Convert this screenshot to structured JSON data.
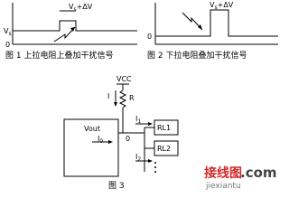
{
  "fig1": {
    "label_vs": "V",
    "label_vs_sub": "s",
    "label_zero": "0",
    "label_top": "V",
    "label_top_sub": "s",
    "label_top_suffix": "+ΔV",
    "caption": "图 1 上拉电阻上叠加干扰信号"
  },
  "fig2": {
    "label_zero": "0",
    "label_top": "V",
    "label_top_sub": "s",
    "label_top_suffix": "+ΔV",
    "caption": "图 2 下拉电阻叠加干扰信号"
  },
  "fig3": {
    "vcc": "VCC",
    "current_i": "I",
    "resistor": "R",
    "vout": "Vout",
    "i0": "I",
    "i0_sub": "0",
    "node": "0",
    "i1": "I",
    "i1_sub": "1",
    "i2": "I",
    "i2_sub": "2",
    "rl1": "RL1",
    "rl2": "RL2",
    "caption": "图 3"
  },
  "watermark": {
    "cn": "接线图",
    "dot_com": ".com",
    "url": "jiexiantu"
  }
}
